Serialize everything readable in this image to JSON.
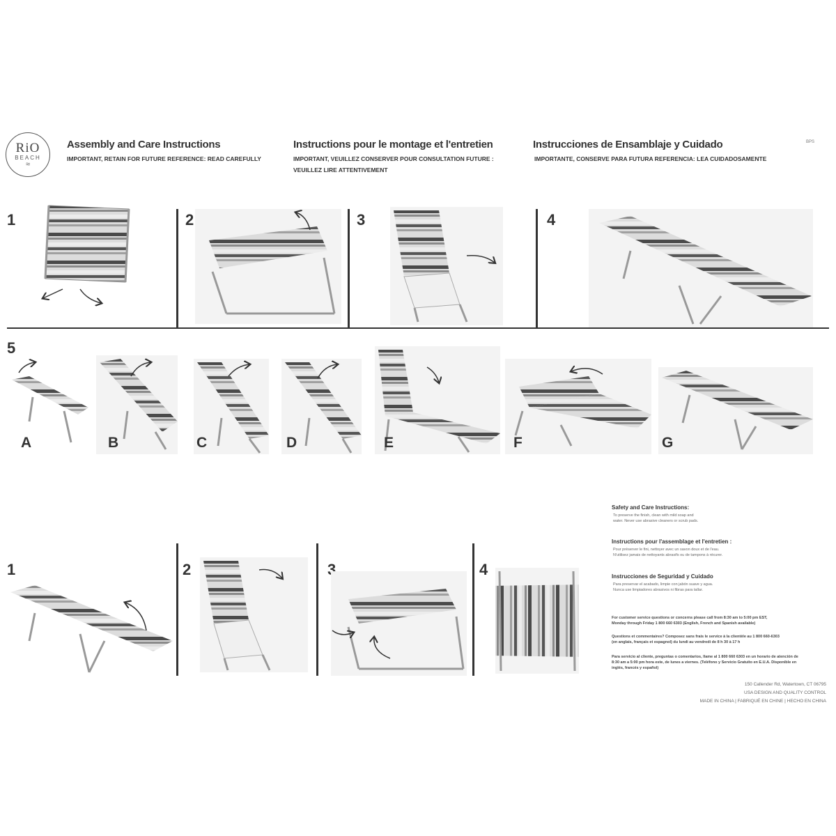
{
  "logo": {
    "line1": "RiO",
    "line2": "BEACH"
  },
  "doc_code": "BPS",
  "headers": {
    "en": {
      "title": "Assembly and Care Instructions",
      "sub": "IMPORTANT, RETAIN FOR FUTURE REFERENCE:  READ CAREFULLY"
    },
    "fr": {
      "title": "Instructions pour le montage et l'entretien",
      "sub1": "IMPORTANT, VEUILLEZ CONSERVER POUR CONSULTATION FUTURE :",
      "sub2": "VEUILLEZ LIRE ATTENTIVEMENT"
    },
    "es": {
      "title": "Instrucciones de Ensamblaje y Cuidado",
      "sub": "IMPORTANTE, CONSERVE PARA FUTURA REFERENCIA: LEA CUIDADOSAMENTE"
    }
  },
  "assembly_steps": [
    "1",
    "2",
    "3",
    "4"
  ],
  "step5": {
    "number": "5",
    "letters": [
      "A",
      "B",
      "C",
      "D",
      "E",
      "F",
      "G"
    ]
  },
  "folding_steps": [
    "1",
    "2",
    "3",
    "4"
  ],
  "safety": {
    "en_head": "Safety and Care Instructions:",
    "en_line1": "To preserve the finish, clean with mild soap and",
    "en_line2": "water. Never use abrasive cleaners or scrub pads.",
    "fr_head": "Instructions pour l'assemblage et l'entretien :",
    "fr_line1": "Pour préserver le fini, nettoyer avec un savon doux et de l'eau.",
    "fr_line2": "N'utilisez jamais de nettoyants abrasifs ou de tampons à récurer.",
    "es_head": "Instrucciones de Seguridad y Cuidado",
    "es_line1": "Para preservar el acabado, limpie con jabón suave y agua.",
    "es_line2": "Nunca use limpiadores abrasivos ni fibras para tallar.",
    "contact_en1": "For customer service questions or concerns please call from 8:30 am to 5:00 pm EST,",
    "contact_en2": "Monday through Friday 1 800 660 6303 (English, French and Spanish available)",
    "contact_fr1": "Questions et commentaires? Composez sans frais le service à la clientèle au 1 800 660-6303",
    "contact_fr2": "(en anglais, français et espagnol) du lundi au vendredi de 8 h 30 à 17 h",
    "contact_es1": "Para servicio al cliente, preguntas o comentarios, llame al 1 800 660 6303 en un horario de atención de",
    "contact_es2": "8:30 am a 5:00 pm hora este, de lunes a viernes. (Teléfono y Servicio Gratuito en E.U.A. Disponible en",
    "contact_es3": "inglés, francés y español)",
    "address": "150 Callender Rd, Watertown, CT 06795",
    "usa": "USA DESIGN AND QUALITY CONTROL",
    "made_in": "MADE IN CHINA | FABRIQUÉ EN CHINE | HECHO EN CHINA"
  },
  "icons": {
    "arrow": "curved-arrow-icon",
    "logo": "rio-beach-logo"
  },
  "colors": {
    "stripe_dark": "#444444",
    "stripe_mid": "#8a8a8a",
    "stripe_light": "#d6d6d6",
    "frame": "#9a9a9a"
  }
}
